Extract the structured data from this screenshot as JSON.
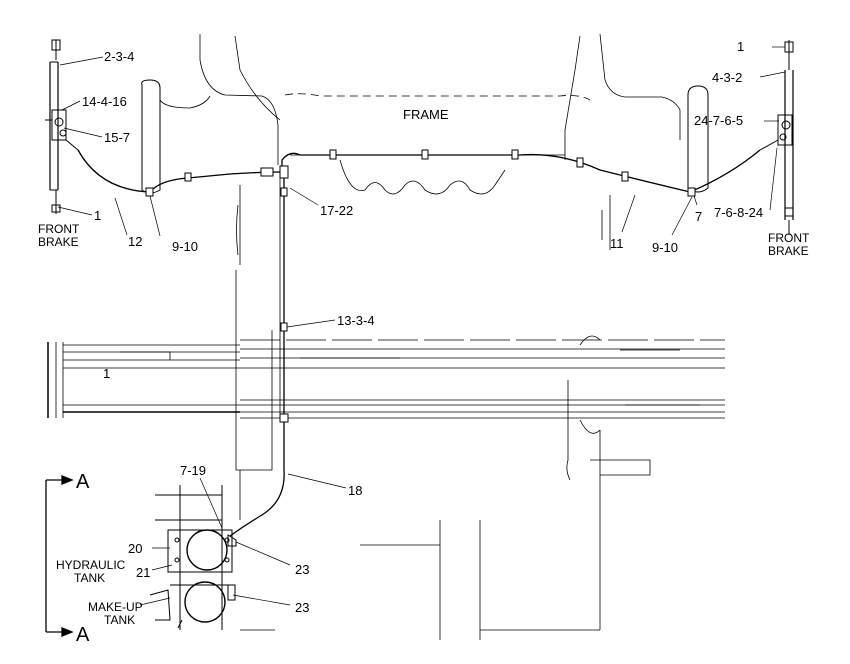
{
  "labels": {
    "frame": "FRAME",
    "front_brake_left_1": "FRONT",
    "front_brake_left_2": "BRAKE",
    "front_brake_right_1": "FRONT",
    "front_brake_right_2": "BRAKE",
    "hydraulic_tank_1": "HYDRAULIC",
    "hydraulic_tank_2": "TANK",
    "makeup_tank_1": "MAKE-UP",
    "makeup_tank_2": "TANK",
    "section_a_top": "A",
    "section_a_bottom": "A"
  },
  "callouts": {
    "c_2_3_4": "2-3-4",
    "c_14_4_16": "14-4-16",
    "c_15_7": "15-7",
    "c_1_left": "1",
    "c_12": "12",
    "c_9_10_left": "9-10",
    "c_17_22": "17-22",
    "c_13_3_4": "13-3-4",
    "c_18": "18",
    "c_7_19": "7-19",
    "c_20": "20",
    "c_21": "21",
    "c_23_top": "23",
    "c_23_bottom": "23",
    "c_1_right": "1",
    "c_4_3_2": "4-3-2",
    "c_24_7_6_5": "24-7-6-5",
    "c_7": "7",
    "c_7_6_8_24": "7-6-8-24",
    "c_11": "11",
    "c_9_10_right": "9-10",
    "c_1_crossmember": "1"
  }
}
